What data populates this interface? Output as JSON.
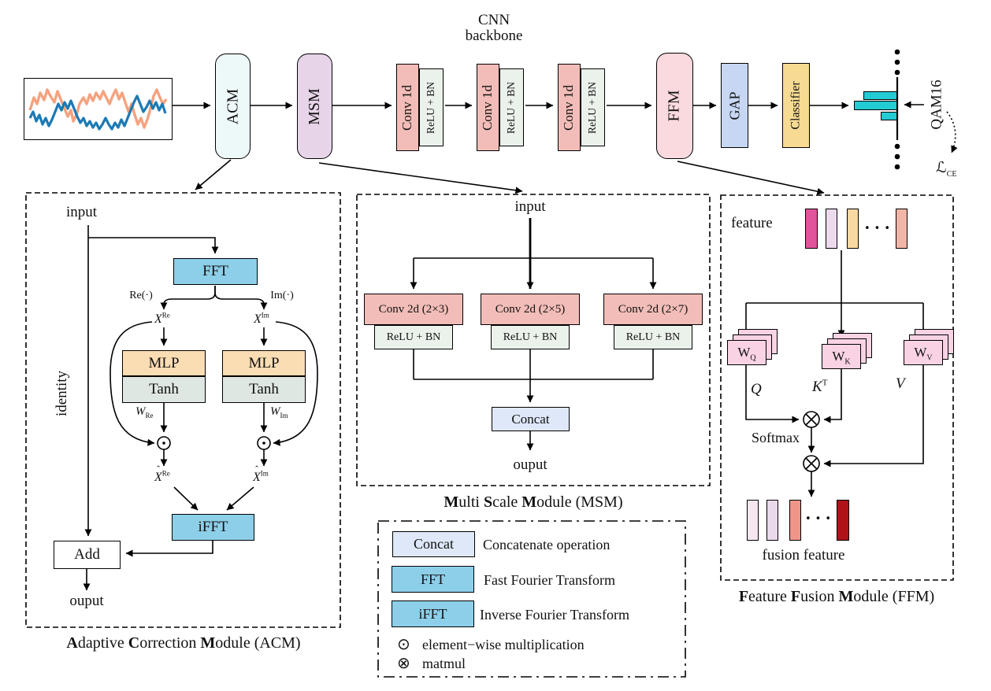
{
  "title": {
    "line1": "CNN",
    "line2": "backbone"
  },
  "pipeline": {
    "acm": "ACM",
    "msm": "MSM",
    "conv1d": "Conv 1d",
    "relu_bn": "ReLU + BN",
    "ffm": "FFM",
    "gap": "GAP",
    "classifier": "Classifier",
    "qam": "QAM16",
    "loss_main": "ℒ",
    "loss_sub": "CE"
  },
  "acm_module": {
    "input": "input",
    "identity": "identity",
    "fft": "FFT",
    "re": "Re(·)",
    "im": "Im(·)",
    "x_re": {
      "base": "X",
      "sup": "Re"
    },
    "x_im": {
      "base": "X",
      "sup": "Im"
    },
    "mlp": "MLP",
    "tanh": "Tanh",
    "w_re": {
      "base": "W",
      "sub": "Re"
    },
    "w_im": {
      "base": "W",
      "sub": "Im"
    },
    "xhat_re": {
      "hat": "ˆ",
      "base": "X",
      "sup": "Re"
    },
    "xhat_im": {
      "hat": "ˆ",
      "base": "X",
      "sup": "Im"
    },
    "ifft": "iFFT",
    "add": "Add",
    "output": "ouput",
    "caption": [
      {
        "t": "A",
        "b": true
      },
      {
        "t": "daptive "
      },
      {
        "t": "C",
        "b": true
      },
      {
        "t": "orrection "
      },
      {
        "t": "M",
        "b": true
      },
      {
        "t": "odule (ACM)"
      }
    ]
  },
  "msm_module": {
    "input": "input",
    "convs": [
      "Conv 2d (2×3)",
      "Conv 2d (2×5)",
      "Conv 2d (2×7)"
    ],
    "relu_bn": "ReLU + BN",
    "concat": "Concat",
    "output": "ouput",
    "caption": [
      {
        "t": "M",
        "b": true
      },
      {
        "t": "ulti "
      },
      {
        "t": "S",
        "b": true
      },
      {
        "t": "cale "
      },
      {
        "t": "M",
        "b": true
      },
      {
        "t": "odule (MSM)"
      }
    ]
  },
  "ffm_module": {
    "feature": "feature",
    "dots": "•••",
    "w_q": {
      "base": "W",
      "sub": "Q"
    },
    "w_k": {
      "base": "W",
      "sub": "K"
    },
    "w_v": {
      "base": "W",
      "sub": "V"
    },
    "q": "Q",
    "k_t": {
      "base": "K",
      "sup": "T"
    },
    "v": "V",
    "softmax": "Softmax",
    "fusion": "fusion feature",
    "caption": [
      {
        "t": "F",
        "b": true
      },
      {
        "t": "eature "
      },
      {
        "t": "F",
        "b": true
      },
      {
        "t": "usion "
      },
      {
        "t": "M",
        "b": true
      },
      {
        "t": "odule (FFM)"
      }
    ]
  },
  "legend": {
    "concat": "Concat",
    "concat_desc": "Concatenate operation",
    "fft": "FFT",
    "fft_desc": "Fast Fourier Transform",
    "ifft": "iFFT",
    "ifft_desc": "Inverse Fourier Transform",
    "odot": "⊙",
    "odot_desc": "element−wise multiplication",
    "otimes": "⊗",
    "otimes_desc": "matmul"
  },
  "colors": {
    "signal_orange": "#F5A27F",
    "signal_blue": "#1B7AB5",
    "acm_fill": "#EDF8F9",
    "msm_fill": "#E8D4E9",
    "conv_fill": "#F2BDB8",
    "relu_fill": "#EBF1EB",
    "ffm_fill": "#FBDADF",
    "gap_fill": "#C7D7F3",
    "classifier_fill": "#F7DB93",
    "fft_fill": "#8DCFE9",
    "concat_fill": "#DEE8F9",
    "mlp_fill": "#FBDDB4",
    "tanh_fill": "#DFE7E2",
    "wcard_fill": "#F9D3E4",
    "output_bar": "#23CBD3",
    "feature_bars": [
      "#E1539A",
      "#ECDAED",
      "#FAD8A2",
      "#F2B6A9"
    ],
    "fusion_bars": [
      "#F6E6EF",
      "#EAD8EB",
      "#EF9689",
      "#AF1318"
    ]
  }
}
